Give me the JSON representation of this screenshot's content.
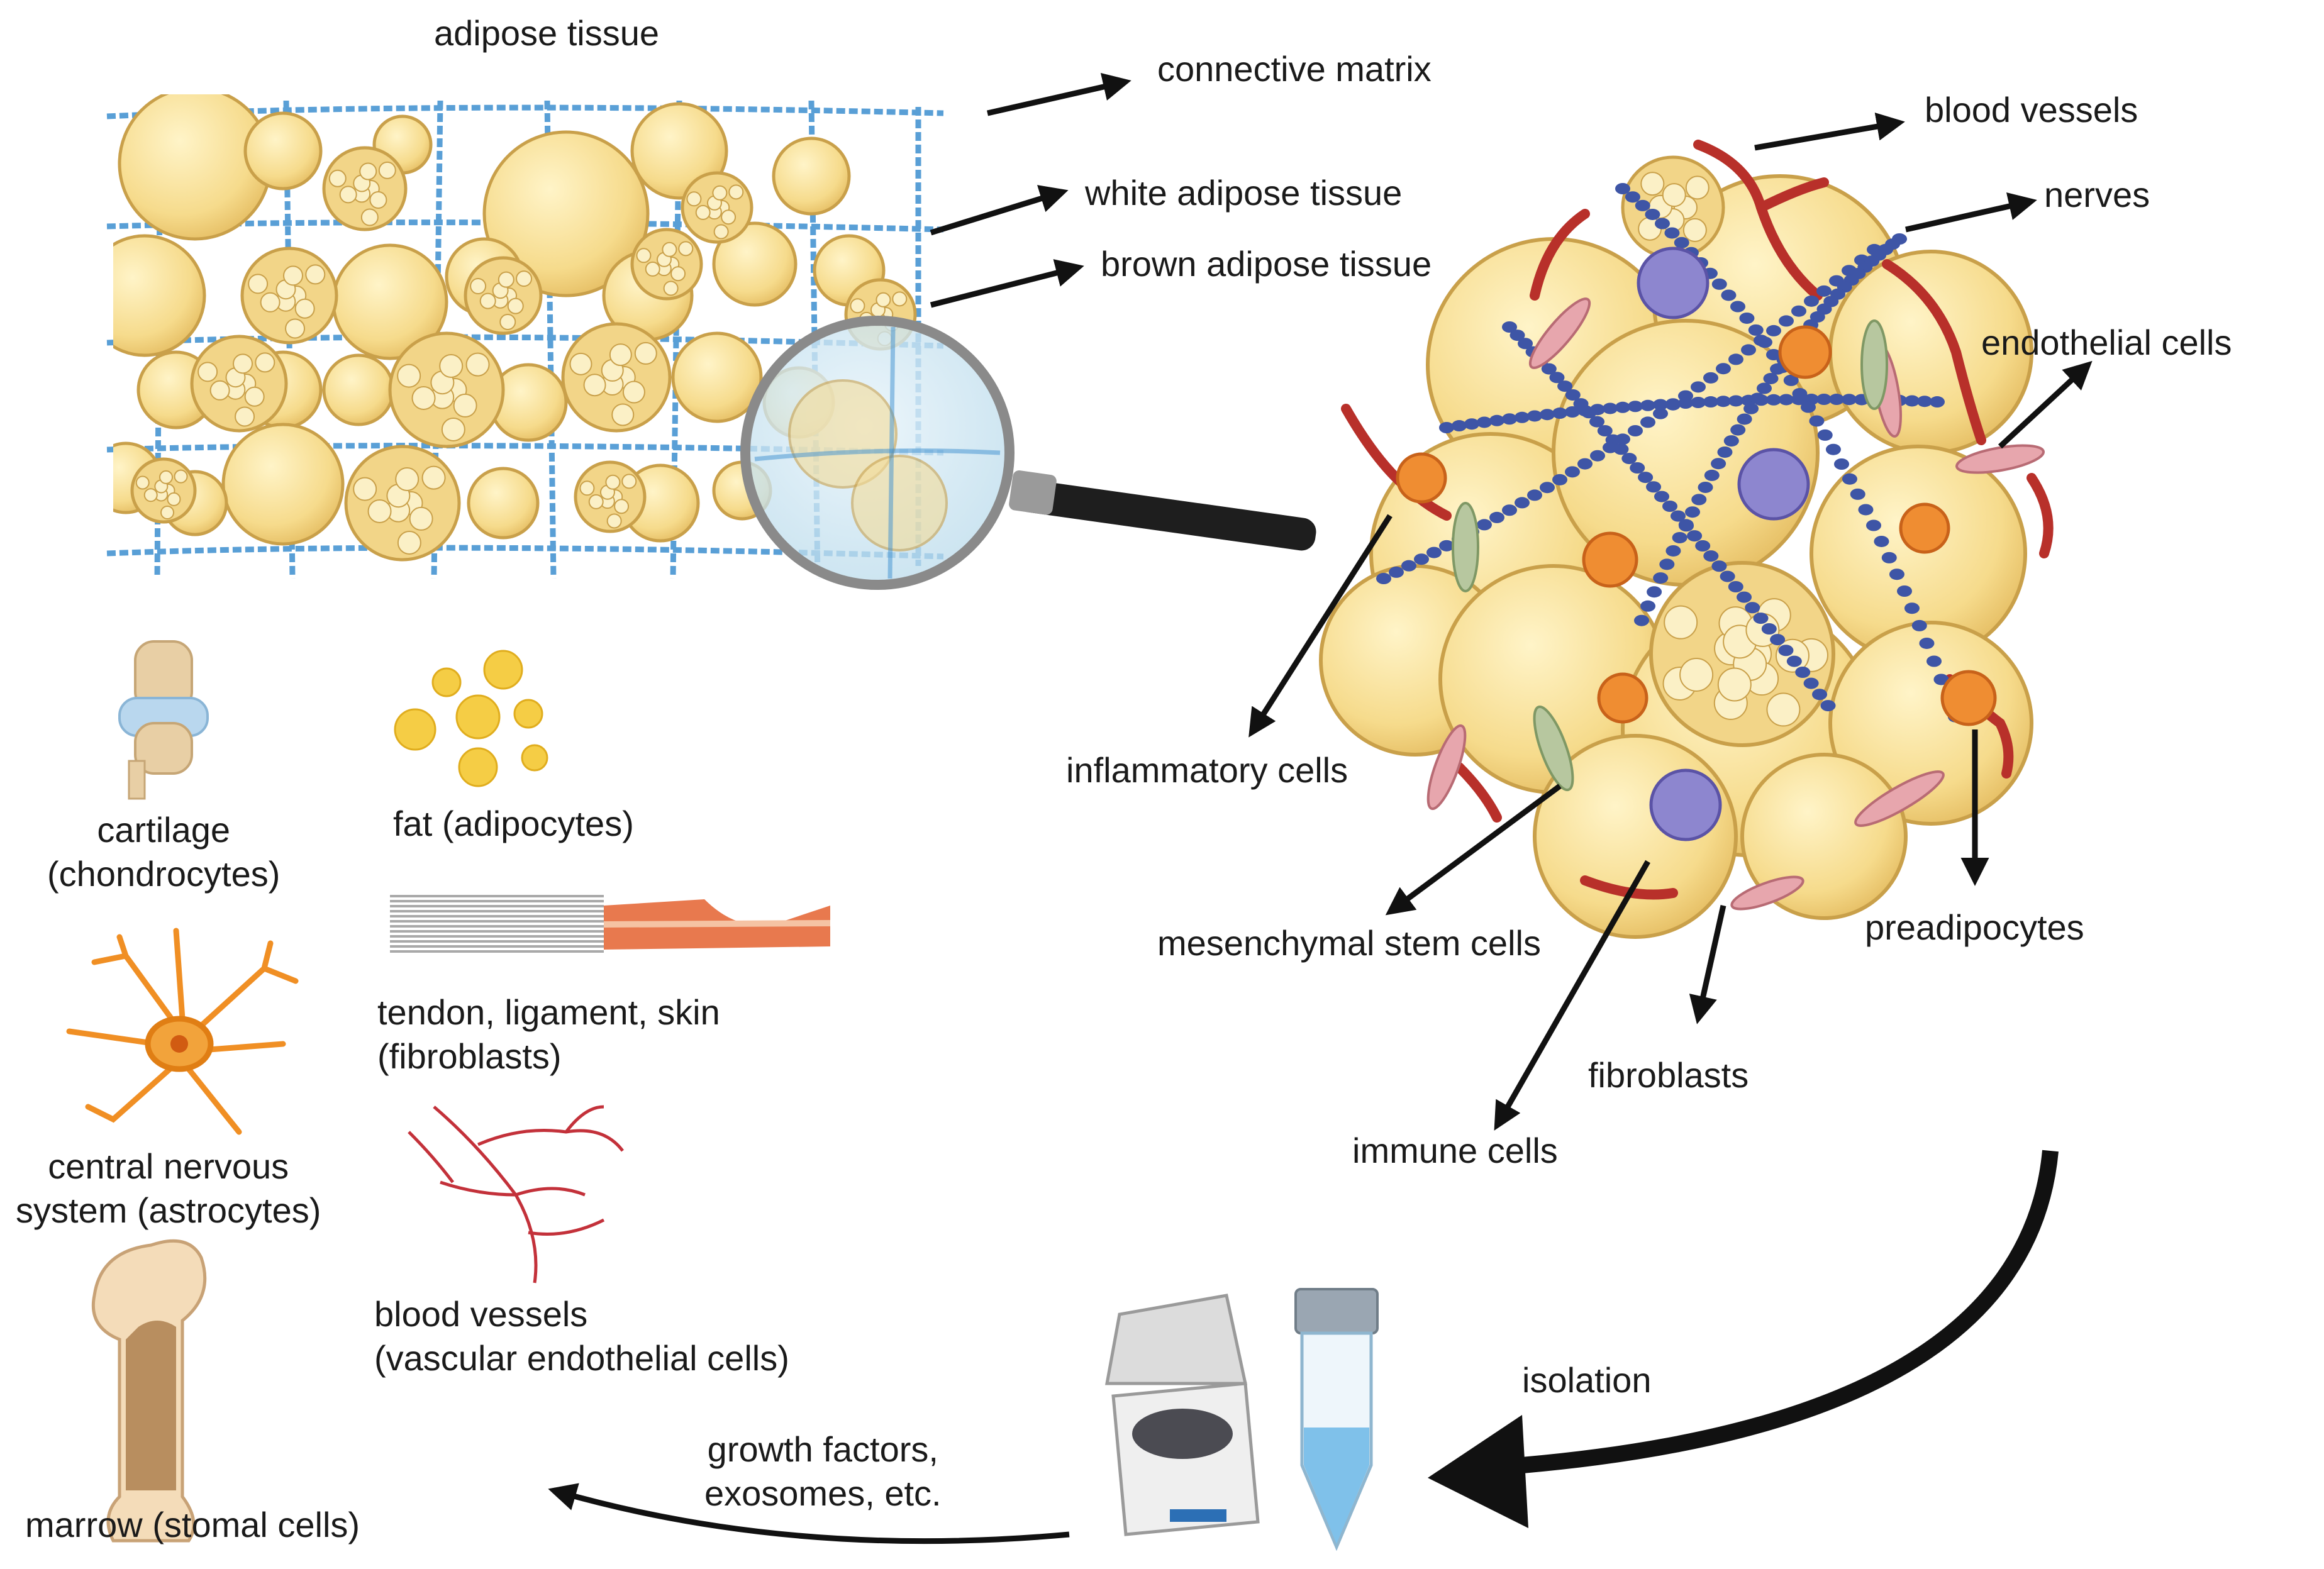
{
  "colors": {
    "fat_fill": "#f7dd91",
    "fat_stroke": "#c9a04a",
    "matrix_blue": "#3d8fd0",
    "vessel_red": "#c0312b",
    "nerve_blue": "#3e55a6",
    "arrow": "#111111",
    "lens_glass": "#cfe6f2",
    "macrophage": "#8d86cf",
    "stromal_orange": "#ef8d32"
  },
  "labels": {
    "adipose_tissue": "adipose tissue",
    "connective_matrix": "connective  matrix",
    "white_adipose": "white adipose tissue",
    "brown_adipose": "brown adipose tissue",
    "blood_vessels": "blood vessels",
    "nerves": "nerves",
    "endothelial_cells": "endothelial cells",
    "inflammatory_cells": "inflammatory cells",
    "mesenchymal_stem_cells": "mesenchymal stem cells",
    "preadipocytes": "preadipocytes",
    "fibroblasts": "fibroblasts",
    "immune_cells": "immune cells",
    "isolation": "isolation",
    "growth_factors": "growth factors,\nexosomes, etc."
  },
  "targets": {
    "cartilage": "cartilage\n(chondrocytes)",
    "fat": "fat (adipocytes)",
    "tendon": "tendon, ligament, skin\n(fibroblasts)",
    "cns": "central nervous\nsystem (astrocytes)",
    "blood_vessels": "blood vessels\n(vascular endothelial cells)",
    "marrow": "marrow (stomal cells)"
  },
  "icons": {
    "magnifier": "magnifier-icon",
    "knee": "knee-joint-icon",
    "fat_droplets": "fat-droplets-icon",
    "tendon": "tendon-fibers-icon",
    "astrocyte": "astrocyte-icon",
    "vessel_tree": "vessel-network-icon",
    "femur": "femur-bone-icon",
    "centrifuge": "centrifuge-icon",
    "tube": "centrifuge-tube-icon"
  }
}
